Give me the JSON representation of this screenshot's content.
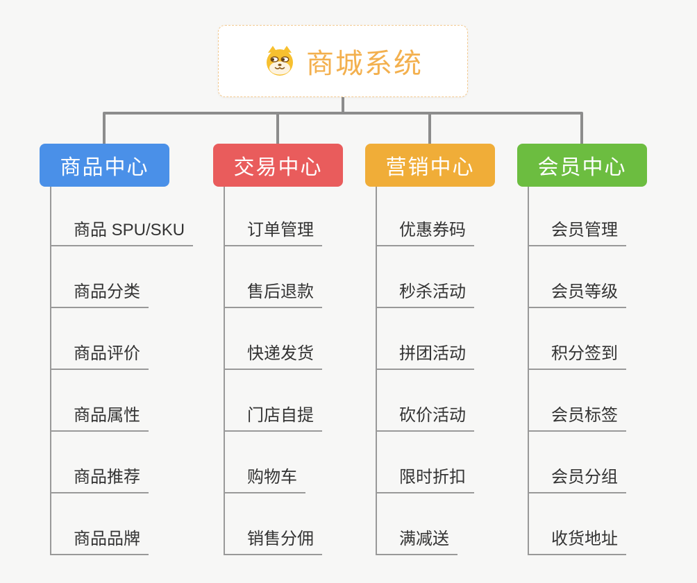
{
  "page": {
    "background_color": "#f7f7f6",
    "connector_color": "#8c8c8c",
    "underline_color": "#999999",
    "item_text_color": "#333333"
  },
  "root": {
    "title": "商城系统",
    "icon": "dog-face-icon",
    "text_color": "#f3b04e",
    "border_color": "#f3c98f"
  },
  "branches": [
    {
      "label": "商品中心",
      "color": "#4a90e8",
      "items": [
        "商品 SPU/SKU",
        "商品分类",
        "商品评价",
        "商品属性",
        "商品推荐",
        "商品品牌"
      ]
    },
    {
      "label": "交易中心",
      "color": "#e95c5c",
      "items": [
        "订单管理",
        "售后退款",
        "快递发货",
        "门店自提",
        "购物车",
        "销售分佣"
      ]
    },
    {
      "label": "营销中心",
      "color": "#f0ad38",
      "items": [
        "优惠券码",
        "秒杀活动",
        "拼团活动",
        "砍价活动",
        "限时折扣",
        "满减送"
      ]
    },
    {
      "label": "会员中心",
      "color": "#6cbd40",
      "items": [
        "会员管理",
        "会员等级",
        "积分签到",
        "会员标签",
        "会员分组",
        "收货地址"
      ]
    }
  ]
}
